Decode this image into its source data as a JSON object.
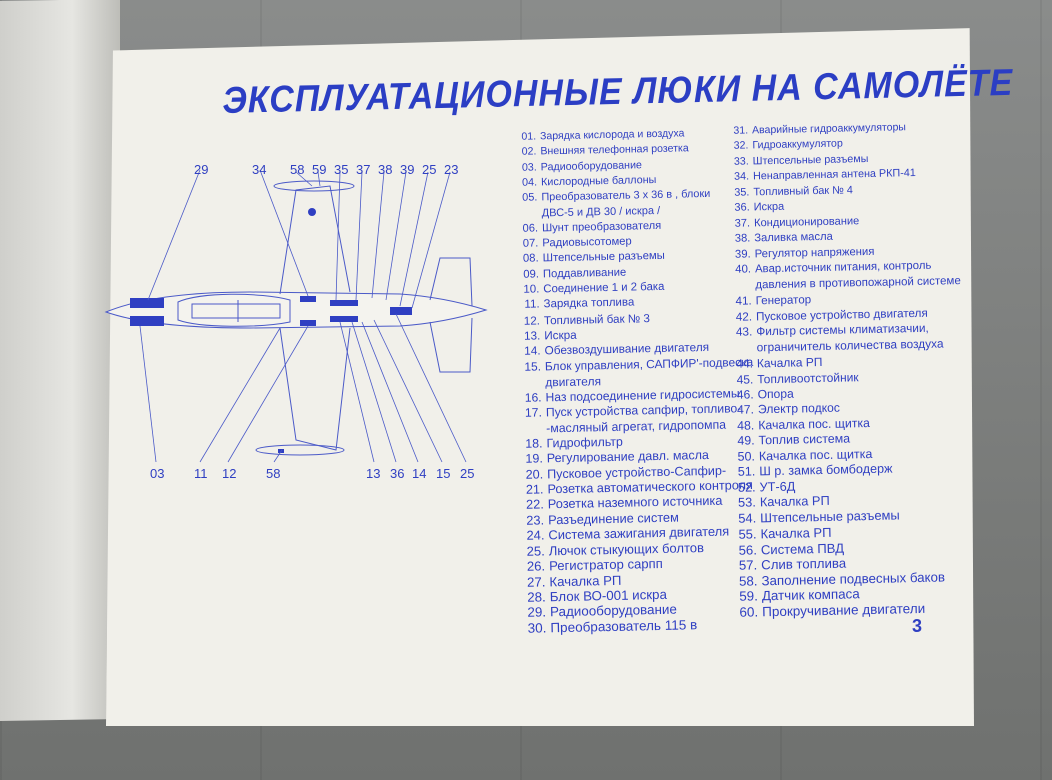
{
  "title": "ЭКСПЛУАТАЦИОННЫЕ ЛЮКИ НА САМОЛЁТЕ",
  "page_number": "3",
  "diagram_labels_top": [
    "29",
    "34",
    "58",
    "59",
    "35",
    "37",
    "38",
    "39",
    "25",
    "23"
  ],
  "diagram_labels_bottom": [
    "03",
    "11",
    "12",
    "58",
    "13",
    "36",
    "14",
    "15",
    "25"
  ],
  "items_col1": [
    {
      "num": "01.",
      "text": "Зарядка кислорода и воздуха"
    },
    {
      "num": "02.",
      "text": "Внешняя телефонная розетка"
    },
    {
      "num": "03.",
      "text": "Радиооборудование"
    },
    {
      "num": "04.",
      "text": "Кислородные баллоны"
    },
    {
      "num": "05.",
      "text": "Преобразователь 3 х 36 в , блоки"
    },
    {
      "num": "",
      "text": "ДВС-5 и ДВ 30 / искра /"
    },
    {
      "num": "06.",
      "text": "Шунт преобразователя"
    },
    {
      "num": "07.",
      "text": "Радиовысотомер"
    },
    {
      "num": "08.",
      "text": "Штепсельные разъемы"
    },
    {
      "num": "09.",
      "text": "Поддавливание"
    },
    {
      "num": "10.",
      "text": "Соединение 1 и 2 бака"
    },
    {
      "num": "11.",
      "text": "Зарядка топлива"
    },
    {
      "num": "12.",
      "text": "Топливный бак № 3"
    },
    {
      "num": "13.",
      "text": "Искра"
    },
    {
      "num": "14.",
      "text": "Обезвоздушивание двигателя"
    },
    {
      "num": "15.",
      "text": "Блок управления, САПФИР'-подвеска"
    },
    {
      "num": "",
      "text": "двигателя"
    },
    {
      "num": "16.",
      "text": "Наз подсоединение гидросистемы"
    },
    {
      "num": "17.",
      "text": "Пуск устройства сапфир, топливо-"
    },
    {
      "num": "",
      "text": "-масляный агрегат, гидропомпа"
    },
    {
      "num": "18.",
      "text": "Гидрофильтр"
    },
    {
      "num": "19.",
      "text": "Регулирование давл. масла"
    },
    {
      "num": "20.",
      "text": "Пусковое устройство-Сапфир-"
    },
    {
      "num": "21.",
      "text": "Розетка автоматического контроля"
    },
    {
      "num": "22.",
      "text": "Розетка наземного источника"
    },
    {
      "num": "23.",
      "text": "Разъединение систем"
    },
    {
      "num": "24.",
      "text": "Система зажигания двигателя"
    },
    {
      "num": "25.",
      "text": "Лючок стыкующих болтов"
    },
    {
      "num": "26.",
      "text": "Регистратор сарпп"
    },
    {
      "num": "27.",
      "text": "Качалка РП"
    },
    {
      "num": "28.",
      "text": "Блок ВО-001 искра"
    },
    {
      "num": "29.",
      "text": "Радиооборудование"
    },
    {
      "num": "30.",
      "text": "Преобразователь 115 в"
    }
  ],
  "items_col2": [
    {
      "num": "31.",
      "text": "Аварийные гидроаккумуляторы"
    },
    {
      "num": "32.",
      "text": "Гидроаккумулятор"
    },
    {
      "num": "33.",
      "text": "Штепсельные разъемы"
    },
    {
      "num": "34.",
      "text": "Ненаправленная антена РКП-41"
    },
    {
      "num": "35.",
      "text": "Топливный бак № 4"
    },
    {
      "num": "36.",
      "text": "Искра"
    },
    {
      "num": "37.",
      "text": "Кондиционирование"
    },
    {
      "num": "38.",
      "text": "Заливка масла"
    },
    {
      "num": "39.",
      "text": "Регулятор напряжения"
    },
    {
      "num": "40.",
      "text": "Авар.источник питания, контроль"
    },
    {
      "num": "",
      "text": "давления в противопожарной системе"
    },
    {
      "num": "41.",
      "text": "Генератор"
    },
    {
      "num": "42.",
      "text": "Пусковое устройство двигателя"
    },
    {
      "num": "43.",
      "text": "Фильтр системы климатизачии,"
    },
    {
      "num": "",
      "text": "ограничитель количества воздуха"
    },
    {
      "num": "44.",
      "text": "Качалка РП"
    },
    {
      "num": "45.",
      "text": "Топливоотстойник"
    },
    {
      "num": "46.",
      "text": "Опора"
    },
    {
      "num": "47.",
      "text": "Электр подкос"
    },
    {
      "num": "48.",
      "text": "Качалка пос. щитка"
    },
    {
      "num": "49.",
      "text": "Топлив система"
    },
    {
      "num": "50.",
      "text": "Качалка пос. щитка"
    },
    {
      "num": "51.",
      "text": "Ш р. замка бомбодерж"
    },
    {
      "num": "52.",
      "text": "УТ-6Д"
    },
    {
      "num": "53.",
      "text": "Качалка РП"
    },
    {
      "num": "54.",
      "text": "Штепсельные разъемы"
    },
    {
      "num": "55.",
      "text": "Качалка РП"
    },
    {
      "num": "56.",
      "text": "Система ПВД"
    },
    {
      "num": "57.",
      "text": "Слив топлива"
    },
    {
      "num": "58.",
      "text": "Заполнение подвесных баков"
    },
    {
      "num": "59.",
      "text": "Датчик компаса"
    },
    {
      "num": "60.",
      "text": "Прокручивание двигатели"
    }
  ]
}
